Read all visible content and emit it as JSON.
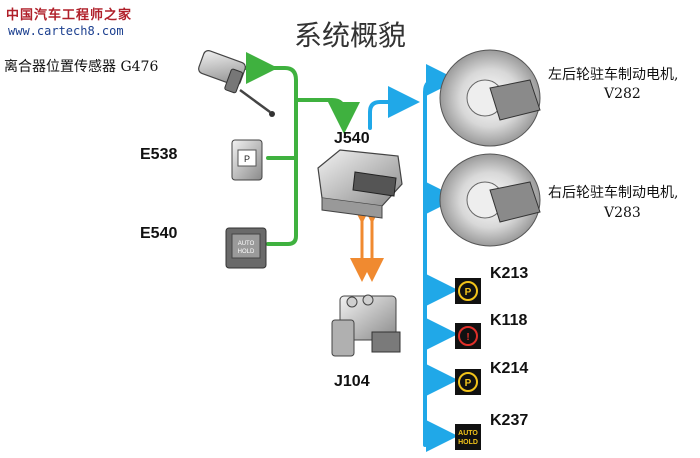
{
  "watermark": {
    "cn": "中国汽车工程师之家",
    "url": "www.cartech8.com"
  },
  "title": "系统概貌",
  "inputs": {
    "g476": "离合器位置传感器 G476",
    "e538": "E538",
    "e540": "E540"
  },
  "controllers": {
    "j540": "J540",
    "j104": "J104"
  },
  "outputs": {
    "v282_line1": "左后轮驻车制动电机,",
    "v282_line2": "V282",
    "v283_line1": "右后轮驻车制动电机,",
    "v283_line2": "V283",
    "k213": "K213",
    "k118": "K118",
    "k214": "K214",
    "k237": "K237"
  },
  "icons": {
    "k237_line1": "AUTO",
    "k237_line2": "HOLD",
    "e540_line1": "AUTO",
    "e540_line2": "HOLD"
  },
  "colors": {
    "green": "#3fb13f",
    "blue": "#20a8e8",
    "orange": "#f08a30"
  }
}
